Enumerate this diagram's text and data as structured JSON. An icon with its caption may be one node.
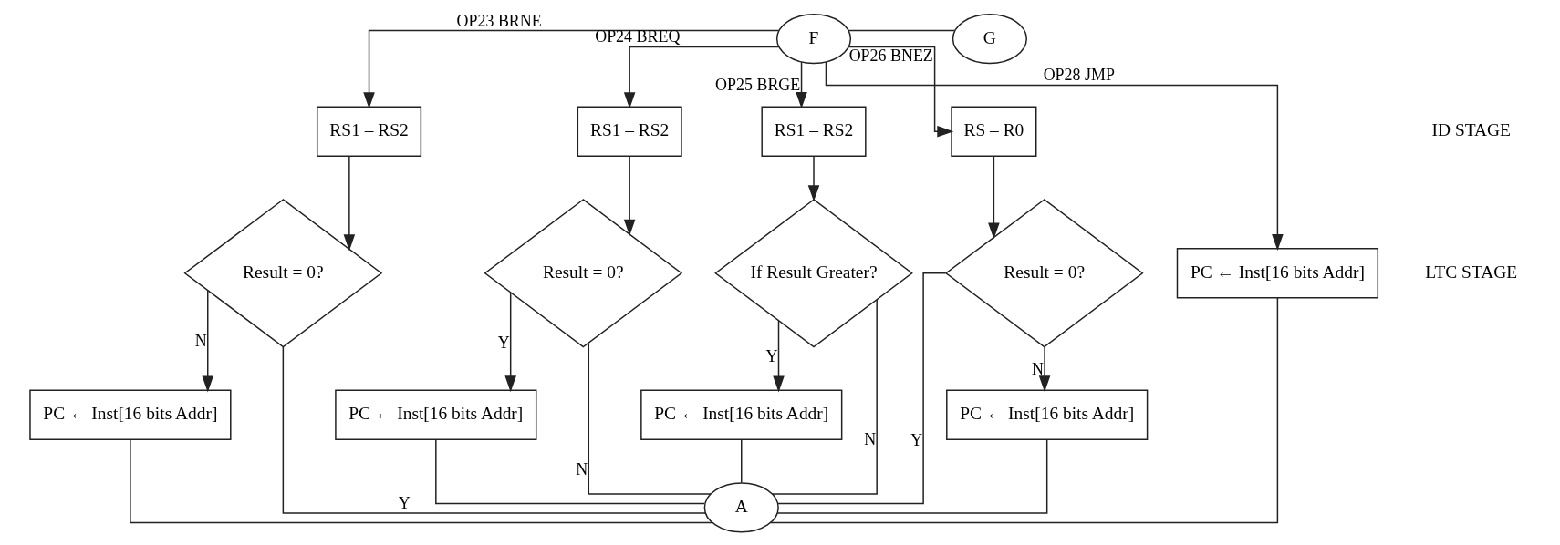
{
  "diagram": {
    "nodes": [
      {
        "text": [
          "F"
        ]
      },
      {
        "text": [
          "G"
        ]
      },
      {
        "text": [
          "RS1 – RS2"
        ]
      },
      {
        "text": [
          "Result = 0?"
        ]
      },
      {
        "text": [
          "PC ← Inst[16 bits Addr]"
        ]
      },
      {
        "text": [
          "RS1 – RS2"
        ]
      },
      {
        "text": [
          "Result = 0?"
        ]
      },
      {
        "text": [
          "PC ← Inst[16 bits Addr]"
        ]
      },
      {
        "text": [
          "RS1 – RS2"
        ]
      },
      {
        "text": [
          "If Result Greater?"
        ]
      },
      {
        "text": [
          "PC ← Inst[16 bits Addr]"
        ]
      },
      {
        "text": [
          "RS – R0"
        ]
      },
      {
        "text": [
          "Result = 0?"
        ]
      },
      {
        "text": [
          "PC ← Inst[16 bits Addr]"
        ]
      },
      {
        "text": [
          "PC ← Inst[16 bits Addr]"
        ]
      },
      {
        "text": [
          "A"
        ]
      }
    ],
    "edges": [
      {
        "from": 0,
        "to": 1,
        "arrow": "none"
      },
      {
        "from": 0,
        "to": 2,
        "arrow": "to",
        "label": "OP23 BRNE"
      },
      {
        "from": 2,
        "to": 3,
        "arrow": "to"
      },
      {
        "from": 3,
        "to": 4,
        "arrow": "to",
        "label": "N"
      },
      {
        "from": 3,
        "to": 15,
        "arrow": "none",
        "label": "Y"
      },
      {
        "from": 4,
        "to": 15,
        "arrow": "none"
      },
      {
        "from": 0,
        "to": 5,
        "arrow": "to",
        "label": "OP24 BREQ"
      },
      {
        "from": 5,
        "to": 6,
        "arrow": "to"
      },
      {
        "from": 6,
        "to": 7,
        "arrow": "to",
        "label": "Y"
      },
      {
        "from": 6,
        "to": 15,
        "arrow": "none",
        "label": "N"
      },
      {
        "from": 7,
        "to": 15,
        "arrow": "none"
      },
      {
        "from": 0,
        "to": 8,
        "arrow": "to",
        "label": "OP25 BRGE"
      },
      {
        "from": 8,
        "to": 9,
        "arrow": "to"
      },
      {
        "from": 9,
        "to": 10,
        "arrow": "to",
        "label": "Y"
      },
      {
        "from": 9,
        "to": 15,
        "arrow": "none",
        "label": "N"
      },
      {
        "from": 10,
        "to": 15,
        "arrow": "none"
      },
      {
        "from": 0,
        "to": 11,
        "arrow": "to",
        "label": "OP26 BNEZ"
      },
      {
        "from": 11,
        "to": 12,
        "arrow": "to"
      },
      {
        "from": 12,
        "to": 13,
        "arrow": "to",
        "label": "N"
      },
      {
        "from": 12,
        "to": 15,
        "arrow": "none",
        "label": "Y"
      },
      {
        "from": 13,
        "to": 15,
        "arrow": "none"
      },
      {
        "from": 0,
        "to": 14,
        "arrow": "to",
        "label": "OP28 JMP"
      },
      {
        "from": 14,
        "to": 15,
        "arrow": "none"
      }
    ],
    "labels": [
      "ID STAGE",
      "LTC STAGE"
    ]
  }
}
